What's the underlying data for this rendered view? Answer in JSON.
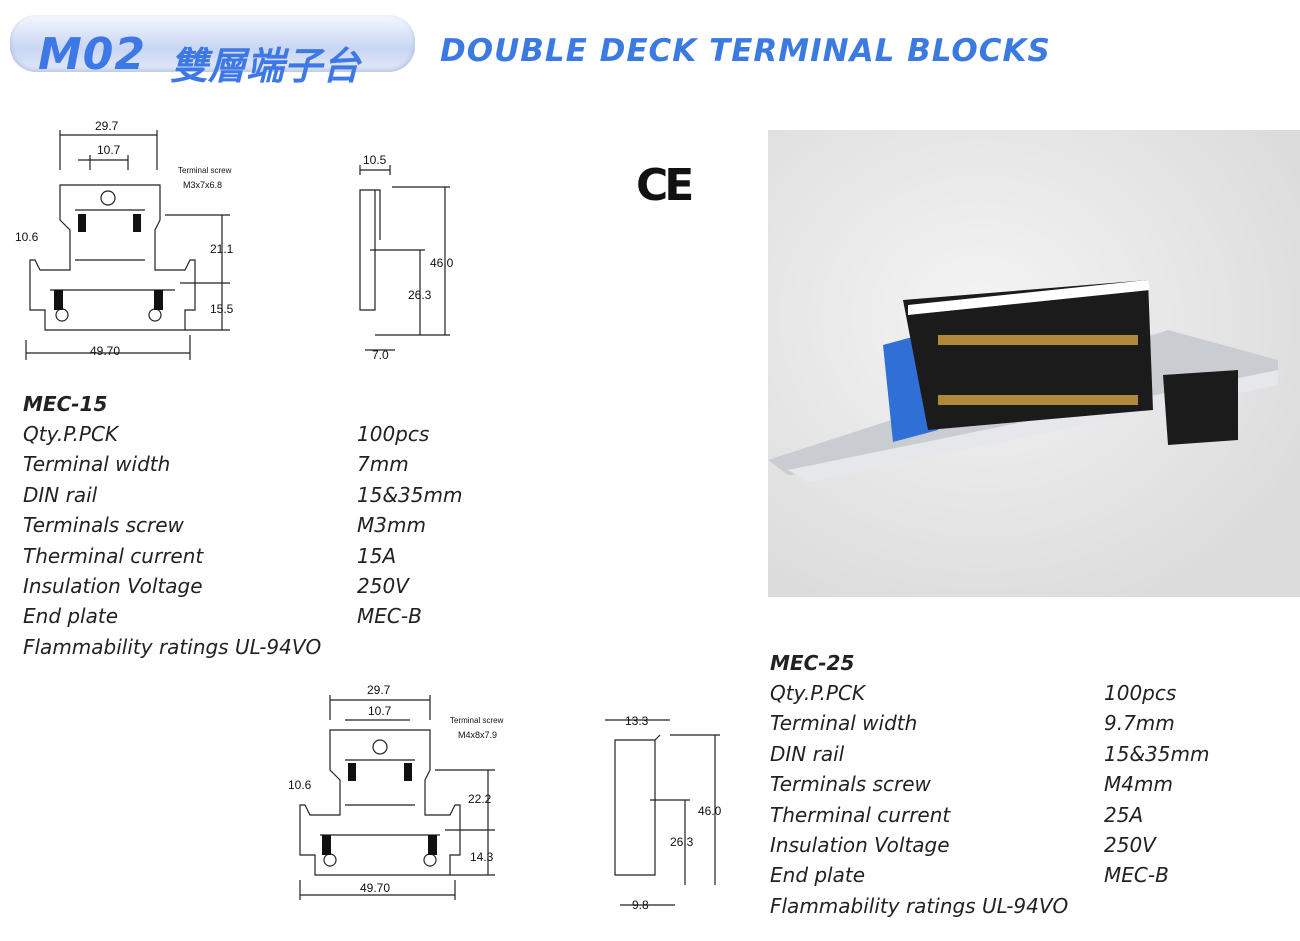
{
  "header": {
    "code": "M02",
    "chinese": "雙層端子台",
    "english": "DOUBLE DECK TERMINAL BLOCKS"
  },
  "ce_mark": "CE",
  "drawing1": {
    "top_width": "29.7",
    "inner_width": "10.7",
    "screw_label": "Terminal screw",
    "screw_size": "M3x7x6.8",
    "left_dim": "10.6",
    "upper_height": "21.1",
    "lower_height": "15.5",
    "base_width": "49.70",
    "side_top": "10.5",
    "side_height": "46.0",
    "side_lower": "26.3",
    "side_width": "7.0"
  },
  "drawing2": {
    "top_width": "29.7",
    "inner_width": "10.7",
    "screw_label": "Terminal screw",
    "screw_size": "M4x8x7.9",
    "left_dim": "10.6",
    "upper_height": "22.2",
    "lower_height": "14.3",
    "base_width": "49.70",
    "side_top": "13.3",
    "side_height": "46.0",
    "side_lower": "26.3",
    "side_width": "9.8"
  },
  "mec15": {
    "title": "MEC-15",
    "rows": [
      {
        "label": "Qty.P.PCK",
        "value": "100pcs"
      },
      {
        "label": "Terminal width",
        "value": "7mm"
      },
      {
        "label": "DIN rail",
        "value": "15&35mm"
      },
      {
        "label": "Terminals screw",
        "value": "M3mm"
      },
      {
        "label": "Therminal current",
        "value": "15A"
      },
      {
        "label": "Insulation Voltage",
        "value": "250V"
      },
      {
        "label": "End plate",
        "value": "MEC-B"
      },
      {
        "label": "Flammability ratings UL-94VO",
        "value": ""
      }
    ]
  },
  "mec25": {
    "title": "MEC-25",
    "rows": [
      {
        "label": "Qty.P.PCK",
        "value": "100pcs"
      },
      {
        "label": "Terminal width",
        "value": "9.7mm"
      },
      {
        "label": "DIN rail",
        "value": "15&35mm"
      },
      {
        "label": "Terminals screw",
        "value": "M4mm"
      },
      {
        "label": "Therminal current",
        "value": "25A"
      },
      {
        "label": "Insulation Voltage",
        "value": "250V"
      },
      {
        "label": "End plate",
        "value": "MEC-B"
      },
      {
        "label": "Flammability ratings UL-94VO",
        "value": ""
      }
    ]
  }
}
